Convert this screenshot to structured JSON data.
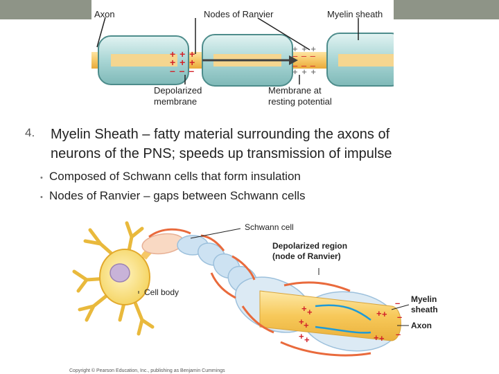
{
  "top_figure": {
    "labels": {
      "axon": "Axon",
      "nodes": "Nodes of Ranvier",
      "myelin": "Myelin sheath",
      "depolarized": [
        "Depolarized",
        "membrane"
      ],
      "resting": [
        "Membrane at",
        "resting potential"
      ]
    },
    "charges": {
      "plus_row": "+ + +",
      "minus_row": "– – –"
    }
  },
  "slide": {
    "number": "4.",
    "point": [
      "Myelin Sheath – fatty material surrounding the axons of",
      "neurons of the PNS; speeds up transmission of impulse"
    ],
    "bullets": [
      "Composed of Schwann cells that form insulation",
      "Nodes of Ranvier – gaps between Schwann cells"
    ]
  },
  "bottom_figure": {
    "labels": {
      "schwann": "Schwann cell",
      "depol_region": [
        "Depolarized region",
        "(node of Ranvier)"
      ],
      "cell_body": "Cell body",
      "myelin": [
        "Myelin",
        "sheath"
      ],
      "axon": "Axon"
    },
    "copyright": "Copyright © Pearson Education, Inc., publishing as Benjamin Cummings"
  },
  "colors": {
    "header_bar": "#8e9487",
    "axon_yellow": "#f6c867",
    "sheath_cyan": "#bfe3e3",
    "charge_red": "#d2232a",
    "arrow_blue": "#1e9ad6"
  }
}
